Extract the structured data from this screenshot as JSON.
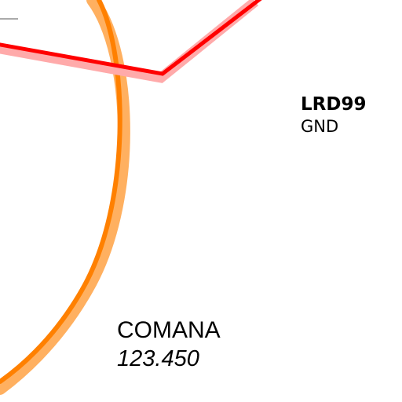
{
  "airport": {
    "ident": "LRD99",
    "elevation": "GND"
  },
  "station": {
    "name": "COMANA",
    "frequency": "123.450"
  },
  "colors": {
    "route": "#ff0000",
    "route_halo": "#ffaaaa",
    "boundary": "#ff8000",
    "boundary_halo": "#ffb060",
    "tick": "#555555"
  }
}
